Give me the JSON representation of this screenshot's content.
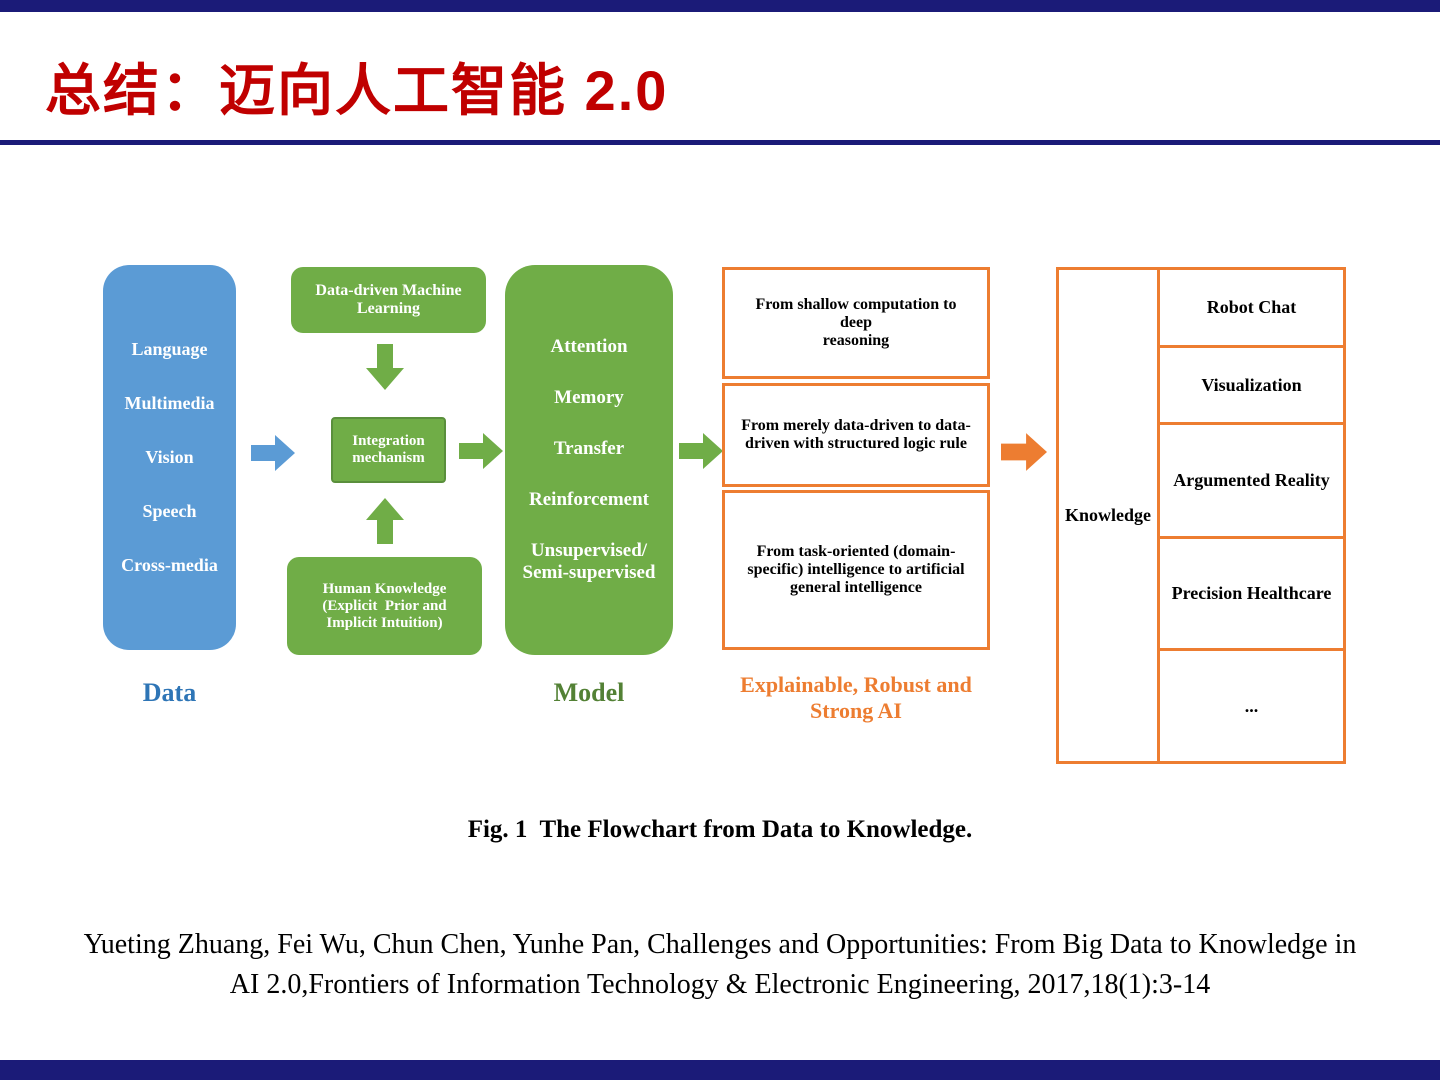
{
  "colors": {
    "navy": "#1b1b78",
    "title_red": "#c00000",
    "blue": "#5b9bd5",
    "blue_dark": "#2e75b6",
    "green": "#70ad47",
    "green_dark": "#538135",
    "orange": "#ed7d31"
  },
  "header": {
    "title": "总结：迈向人工智能 2.0"
  },
  "figure": {
    "caption": "Fig. 1  The Flowchart from Data to Knowledge.",
    "data": {
      "items": [
        "Language",
        "Multimedia",
        "Vision",
        "Speech",
        "Cross-media"
      ],
      "label": "Data"
    },
    "ml_box": "Data-driven Machine\nLearning",
    "integration_box": "Integration\nmechanism",
    "human_box": "Human Knowledge\n(Explicit  Prior and\nImplicit Intuition)",
    "model": {
      "items": [
        "Attention",
        "Memory",
        "Transfer",
        "Reinforcement",
        "Unsupervised/\nSemi-supervised"
      ],
      "label": "Model"
    },
    "challenges": [
      "From shallow computation to deep\nreasoning",
      "From merely data-driven to data-\ndriven with structured logic rule",
      "From task-oriented (domain-\nspecific) intelligence to artificial\ngeneral intelligence"
    ],
    "challenges_label": "Explainable, Robust and\nStrong AI",
    "knowledge": {
      "label": "Knowledge",
      "applications": [
        "Robot Chat",
        "Visualization",
        "Argumented Reality",
        "Precision Healthcare",
        "..."
      ]
    }
  },
  "footer": {
    "citation": "Yueting Zhuang, Fei Wu, Chun Chen, Yunhe Pan, Challenges and Opportunities: From Big Data to Knowledge in AI 2.0,Frontiers of Information Technology & Electronic Engineering, 2017,18(1):3-14"
  }
}
